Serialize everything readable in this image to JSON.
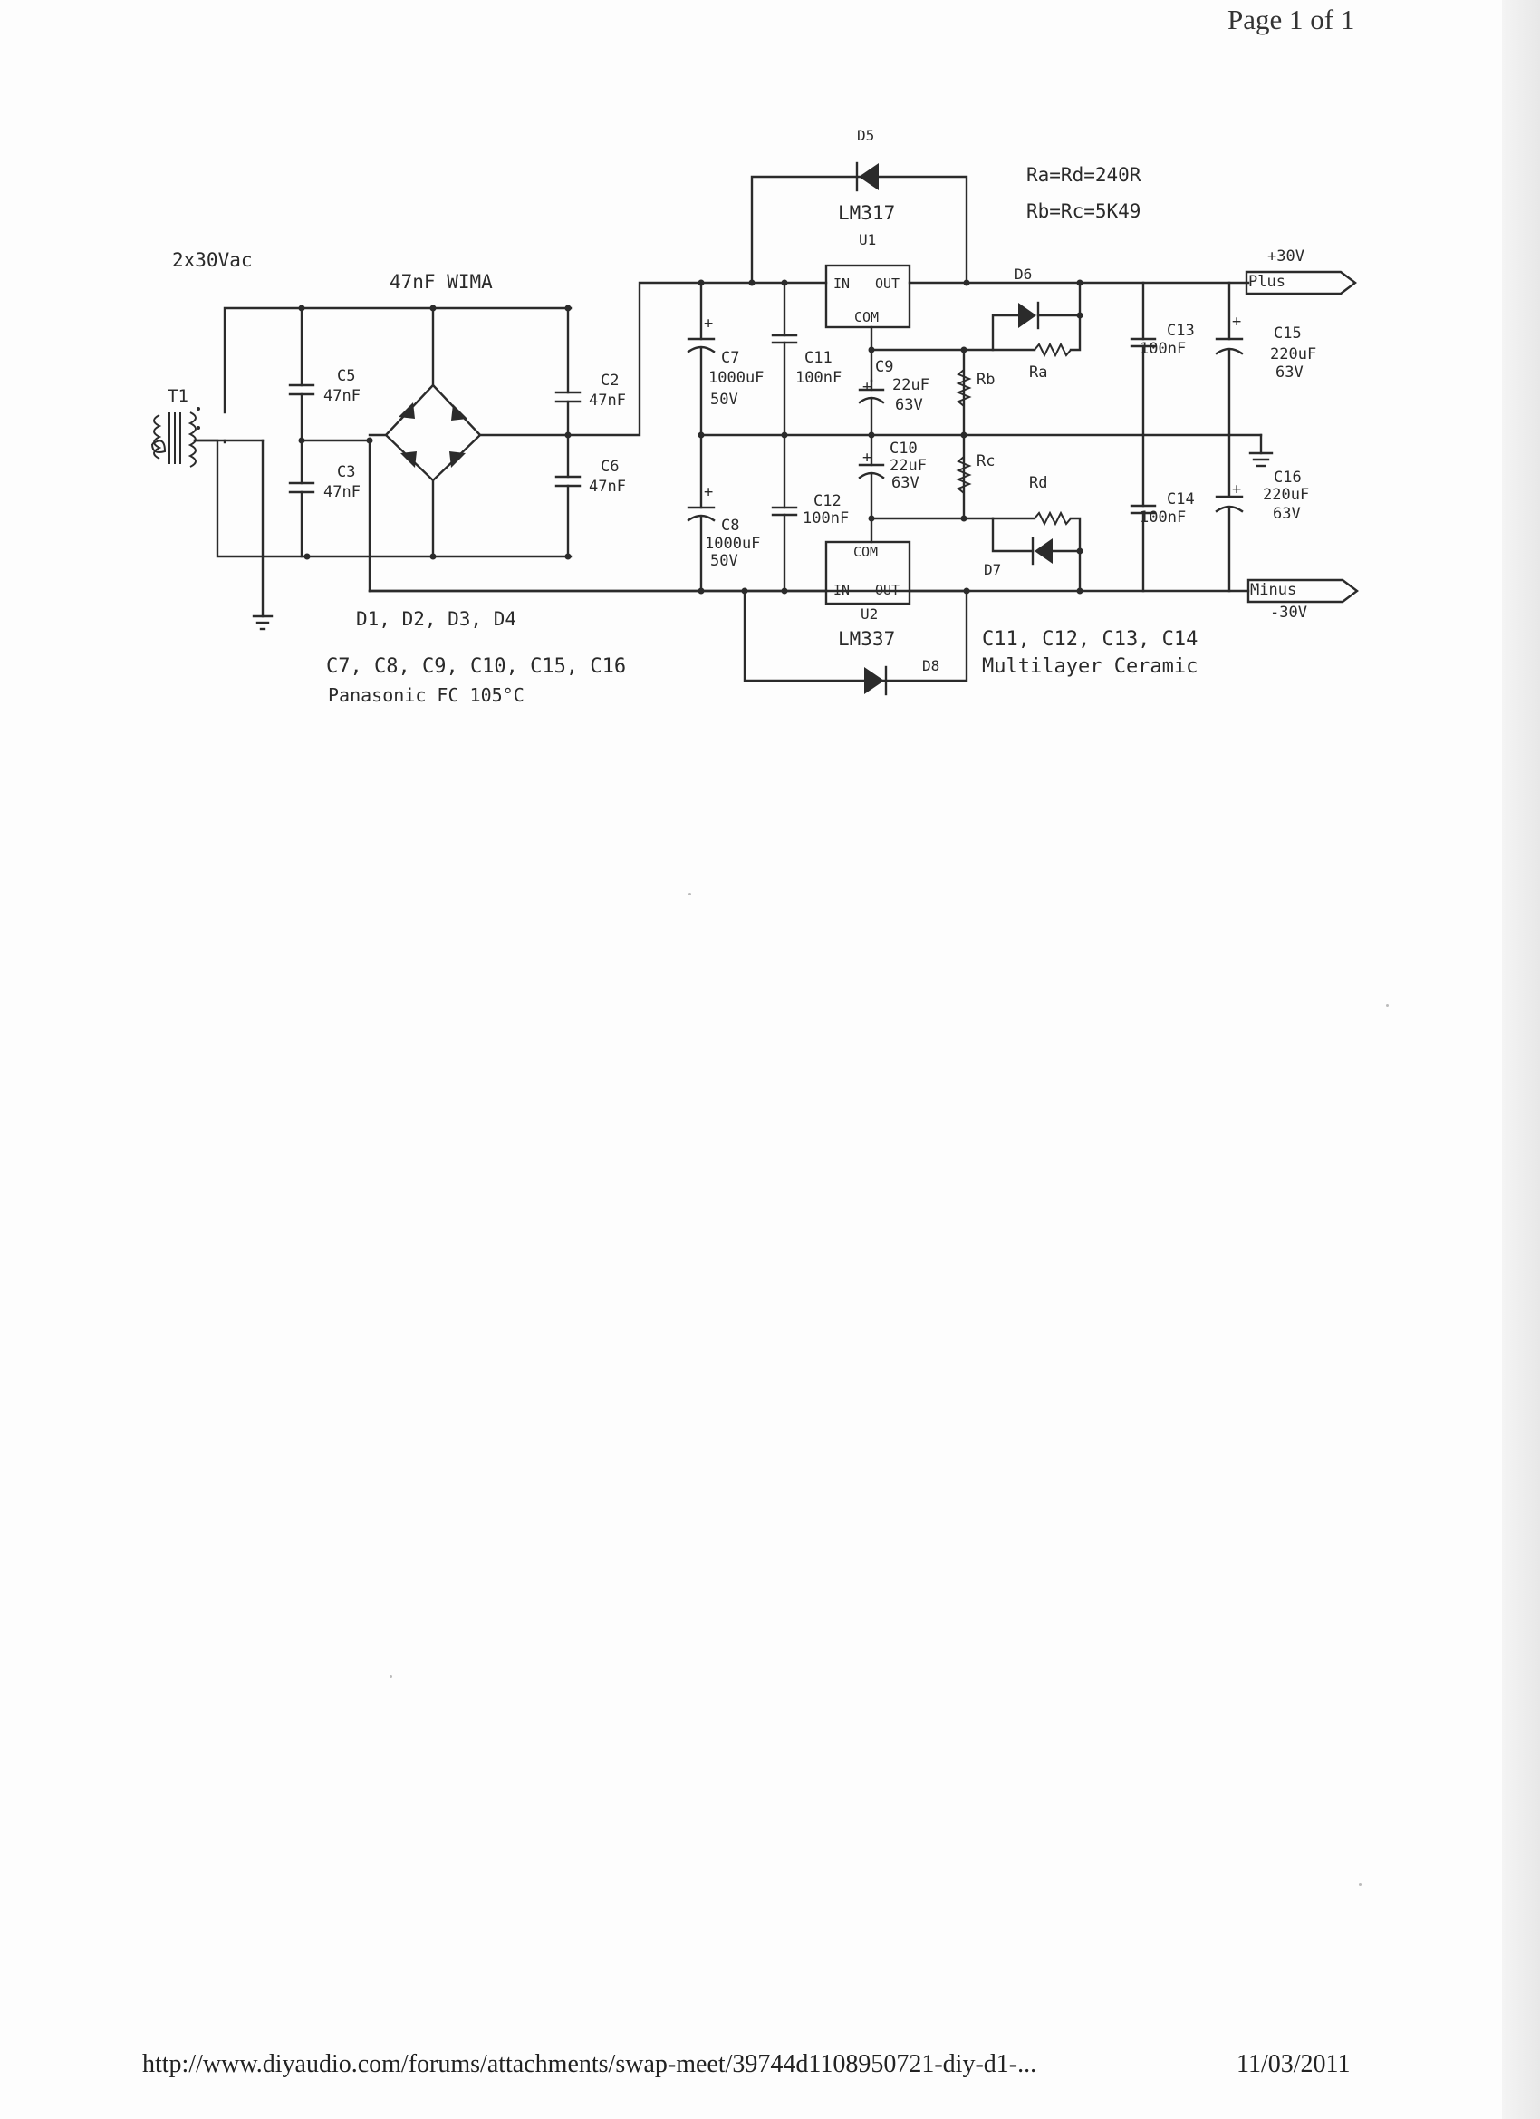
{
  "header": {
    "page": "Page 1 of 1"
  },
  "footer": {
    "url": "http://www.diyaudio.com/forums/attachments/swap-meet/39744d1108950721-diy-d1-...",
    "date": "11/03/2011"
  },
  "schematic": {
    "input": "2x30Vac",
    "wima": "47nF WIMA",
    "t1": "T1",
    "c5": "C5",
    "c5v": "47nF",
    "c3": "C3",
    "c3v": "47nF",
    "c2": "C2",
    "c2v": "47nF",
    "c6": "C6",
    "c6v": "47nF",
    "bridge": "D1, D2, D3, D4",
    "c7": "C7",
    "c7v": "1000uF",
    "c7u": "50V",
    "c8": "C8",
    "c8v": "1000uF",
    "c8u": "50V",
    "c11": "C11",
    "c11v": "100nF",
    "c12": "C12",
    "c12v": "100nF",
    "c9": "C9",
    "c9v": "22uF",
    "c9u": "63V",
    "c10": "C10",
    "c10v": "22uF",
    "c10u": "63V",
    "c13": "C13",
    "c13v": "100nF",
    "c14": "C14",
    "c14v": "100nF",
    "c15": "C15",
    "c15v": "220uF",
    "c15u": "63V",
    "c16": "C16",
    "c16v": "220uF",
    "c16u": "63V",
    "d5": "D5",
    "d6": "D6",
    "d7": "D7",
    "d8": "D8",
    "u1name": "LM317",
    "u1": "U1",
    "u2name": "LM337",
    "u2": "U2",
    "in": "IN",
    "out": "OUT",
    "com": "COM",
    "ra": "Ra",
    "rb": "Rb",
    "rc": "Rc",
    "rd": "Rd",
    "resnote1": "Ra=Rd=240R",
    "resnote2": "Rb=Rc=5K49",
    "plusv": "+30V",
    "plus": "Plus",
    "minusv": "-30V",
    "minus": "Minus",
    "note_caps": "C7, C8, C9, C10, C15, C16",
    "note_brand": "Panasonic FC 105°C",
    "note_ceramic_list": "C11, C12, C13, C14",
    "note_ceramic": "Multilayer Ceramic",
    "plus_sign": "+"
  }
}
